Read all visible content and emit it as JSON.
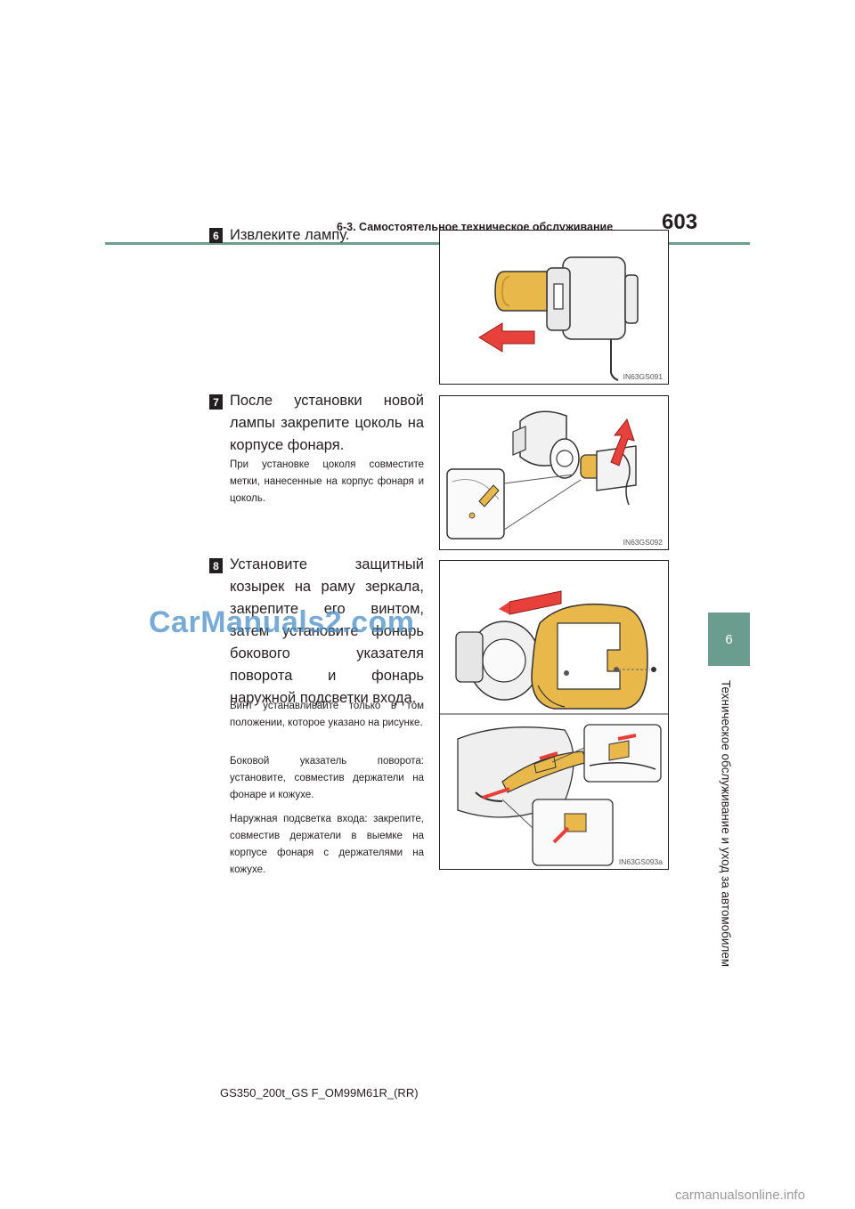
{
  "header": {
    "section_title": "6-3. Самостоятельное техническое обслуживание",
    "page_number": "603"
  },
  "side_tab": {
    "chapter": "6",
    "chapter_title": "Техническое обслуживание и уход за автомобилем"
  },
  "steps": [
    {
      "number": "6",
      "text": "Извлеките лампу.",
      "notes": [],
      "figure_code": "IN63GS091"
    },
    {
      "number": "7",
      "text": "После установки новой лампы закрепите цоколь на корпусе фонаря.",
      "notes": [
        "При установке цоколя совместите метки, нанесенные на корпус фонаря и цоколь."
      ],
      "figure_code": "IN63GS092"
    },
    {
      "number": "8",
      "text": "Установите защитный козырек на раму зеркала, закрепите его винтом, затем установите фонарь бокового указателя поворота и фонарь наружной подсветки входа.",
      "notes": [
        "Винт устанавливайте только в том положении, которое указано на рисунке.",
        "Боковой указатель поворота: установите, совместив держатели на фонаре и кожухе.",
        "Наружная подсветка входа: закрепите, совместив держатели в выемке на корпусе фонаря с держателями на кожухе."
      ],
      "figure_code": "IN63GS093a"
    }
  ],
  "footer": "GS350_200t_GS F_OM99M61R_(RR)",
  "watermarks": {
    "left": "CarManuals2.com",
    "bottom": "carmanualsonline.info"
  },
  "colors": {
    "accent": "#6b9d8f",
    "lamp": "#e8b84a",
    "arrow": "#e8413c"
  }
}
